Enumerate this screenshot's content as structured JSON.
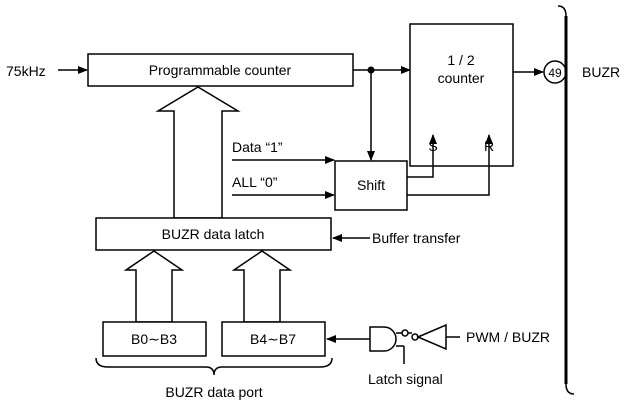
{
  "input": {
    "freq": "75kHz"
  },
  "blocks": {
    "programmable_counter": "Programmable counter",
    "half_counter_line1": "1 / 2",
    "half_counter_line2": "counter",
    "half_counter_s": "S",
    "half_counter_r": "R",
    "shift": "Shift",
    "data_latch": "BUZR data latch",
    "b0_b3": "B0∼B3",
    "b4_b7": "B4∼B7"
  },
  "signals": {
    "data_one": "Data “1”",
    "all_zero": "ALL “0”",
    "buffer_transfer": "Buffer transfer",
    "pwm_buzr": "PWM / BUZR",
    "latch_signal": "Latch signal",
    "data_port": "BUZR data port"
  },
  "output": {
    "pin_number": "49",
    "pin_label": "BUZR"
  }
}
